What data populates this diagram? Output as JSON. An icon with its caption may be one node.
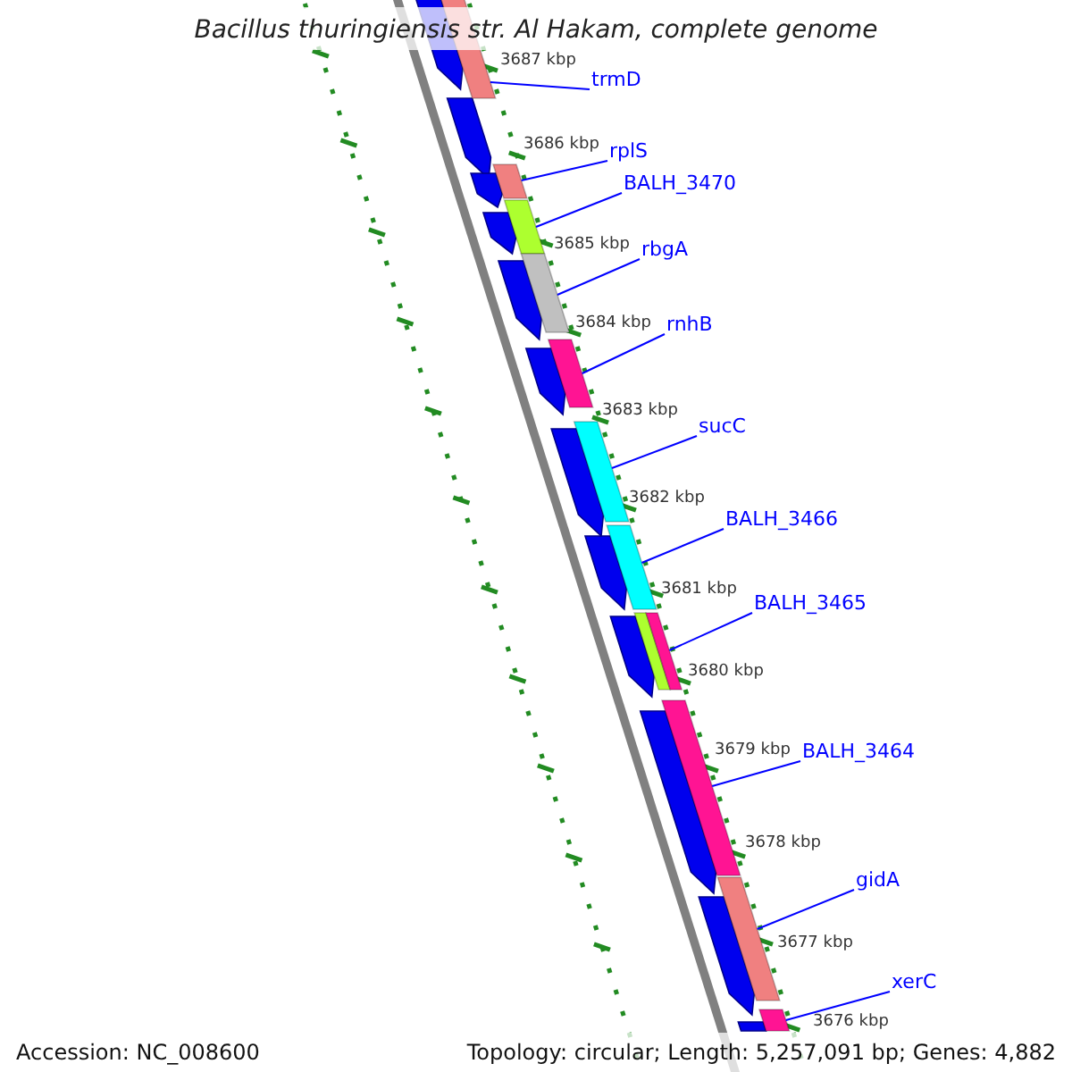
{
  "diagram": {
    "title": "Bacillus thuringiensis str. Al Hakam, complete genome",
    "nodes": [
      {
        "text": [
          "trmD"
        ]
      },
      {
        "text": [
          "rplS"
        ]
      },
      {
        "text": [
          "BALH_3470"
        ]
      },
      {
        "text": [
          "rbgA"
        ]
      },
      {
        "text": [
          "rnhB"
        ]
      },
      {
        "text": [
          "sucC"
        ]
      },
      {
        "text": [
          "BALH_3466"
        ]
      },
      {
        "text": [
          "BALH_3465"
        ]
      },
      {
        "text": [
          "BALH_3464"
        ]
      },
      {
        "text": [
          "gidA"
        ]
      },
      {
        "text": [
          "xerC"
        ]
      },
      {
        "text": [],
        "shape": "bar"
      },
      {
        "text": [],
        "shape": "bar"
      },
      {
        "text": [],
        "shape": "bar"
      },
      {
        "text": [],
        "shape": "bar"
      },
      {
        "text": [],
        "shape": "bar"
      },
      {
        "text": [],
        "shape": "bar"
      },
      {
        "text": [],
        "shape": "bar"
      },
      {
        "text": [],
        "shape": "bar"
      },
      {
        "text": [],
        "shape": "bar"
      },
      {
        "text": [],
        "shape": "bar"
      },
      {
        "text": [],
        "shape": "bar"
      },
      {
        "text": [],
        "shape": "bar"
      },
      {
        "text": [],
        "shape": "bar"
      },
      {
        "text": [],
        "shape": "bar"
      },
      {
        "text": [],
        "shape": "bar"
      },
      {
        "text": [],
        "shape": "bar"
      },
      {
        "text": [],
        "shape": "bar"
      },
      {
        "text": [],
        "shape": "bar"
      },
      {
        "text": [],
        "shape": "bar"
      },
      {
        "text": [],
        "shape": "bar"
      },
      {
        "text": [],
        "shape": "bar"
      },
      {
        "text": [],
        "shape": "bar"
      },
      {
        "text": [],
        "shape": "bar"
      }
    ],
    "edges": [
      {
        "from": 0,
        "to": 11,
        "arrow": "none"
      },
      {
        "from": 1,
        "to": 12,
        "arrow": "none"
      },
      {
        "from": 2,
        "to": 13,
        "arrow": "none"
      },
      {
        "from": 3,
        "to": 14,
        "arrow": "none"
      },
      {
        "from": 4,
        "to": 15,
        "arrow": "none"
      },
      {
        "from": 5,
        "to": 16,
        "arrow": "none"
      },
      {
        "from": 6,
        "to": 17,
        "arrow": "none"
      },
      {
        "from": 7,
        "to": 18,
        "arrow": "none"
      },
      {
        "from": 8,
        "to": 19,
        "arrow": "none"
      },
      {
        "from": 9,
        "to": 20,
        "arrow": "none"
      },
      {
        "from": 10,
        "to": 21,
        "arrow": "none"
      }
    ],
    "labels": [
      "3687 kbp",
      "3686 kbp",
      "3685 kbp",
      "3684 kbp",
      "3683 kbp",
      "3682 kbp",
      "3681 kbp",
      "3680 kbp",
      "3679 kbp",
      "3678 kbp",
      "3677 kbp",
      "3676 kbp",
      "Accession: NC_008600",
      "Topology: circular; Length: 5,257,091 bp; Genes: 4,882"
    ]
  }
}
